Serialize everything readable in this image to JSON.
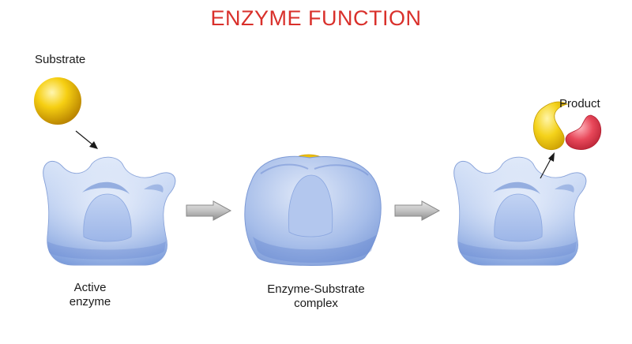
{
  "title": "ENZYME FUNCTION",
  "labels": {
    "substrate": "Substrate",
    "product": "Product",
    "active_enzyme_line1": "Active",
    "active_enzyme_line2": "enzyme",
    "complex_line1": "Enzyme-Substrate",
    "complex_line2": "complex"
  },
  "colors": {
    "title": "#d9302b",
    "enzyme": "#8fb0e6",
    "substrate": "#f2c200",
    "product_yellow": "#f4d21a",
    "product_red": "#e8485a",
    "arrow": "#b5b5b5"
  }
}
